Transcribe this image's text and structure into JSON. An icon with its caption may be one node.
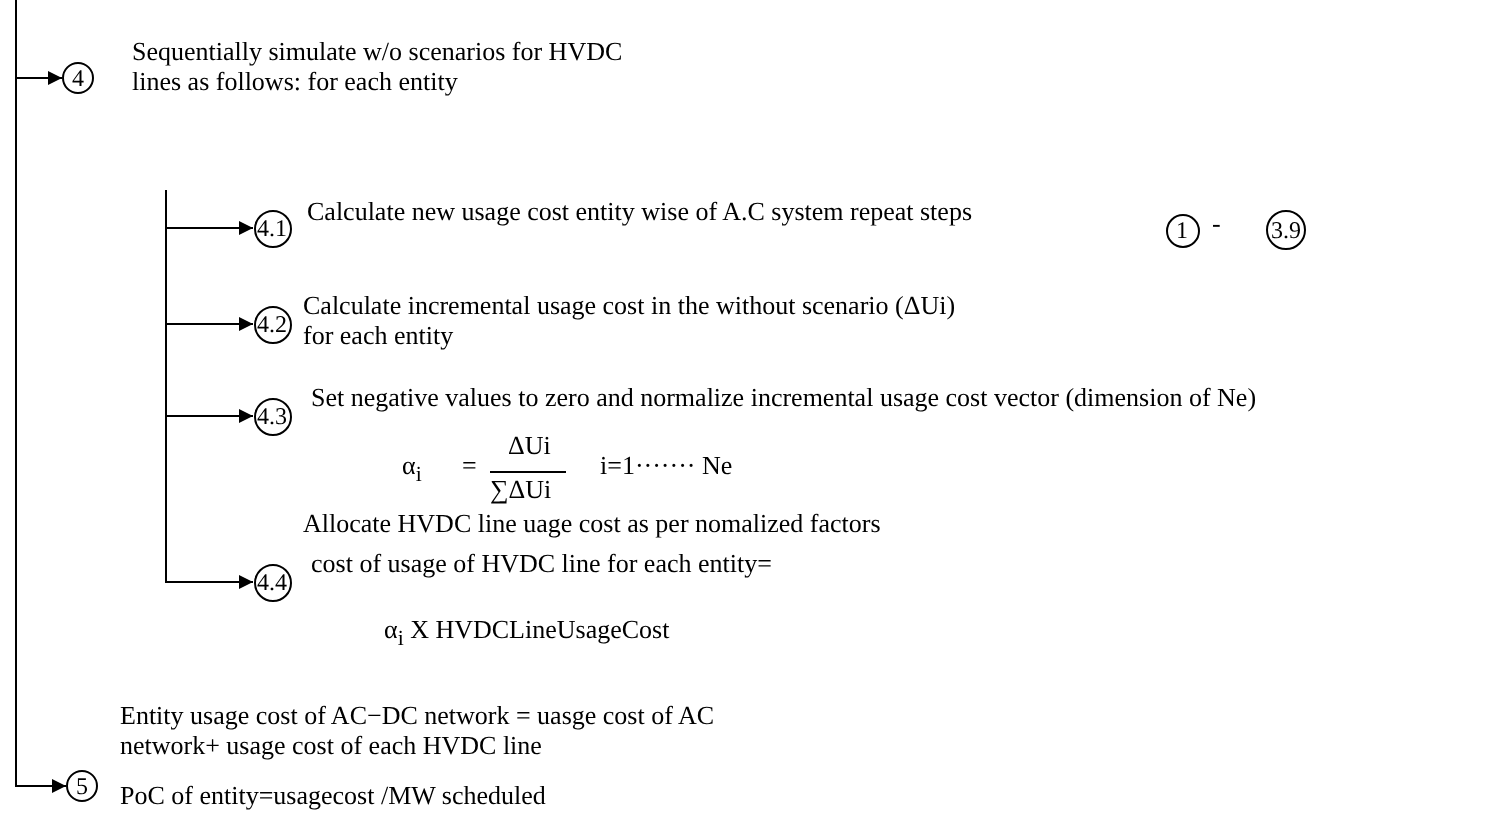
{
  "diagram": {
    "nodes": [
      {
        "text": [
          "4"
        ],
        "beside": [
          "Sequentially simulate w/o scenarios for HVDC lines as follows: for each entity"
        ]
      },
      {
        "text": [
          "4.1"
        ],
        "beside": [
          "Calculate new usage cost entity wise of A.C system repeat steps"
        ]
      },
      {
        "text": [
          "1"
        ]
      },
      {
        "text": [
          "3.9"
        ]
      },
      {
        "text": [
          "4.2"
        ],
        "beside": [
          "Calculate incremental usage cost in the without scenario (ΔUi) for each entity"
        ]
      },
      {
        "text": [
          "4.3"
        ],
        "beside": [
          "Set negative values to zero and normalize incremental usage cost vector (dimension of Ne)"
        ]
      },
      {
        "text": [
          "4.4"
        ],
        "beside": [
          "Allocate HVDC line uage cost as per nomalized factors",
          "cost of usage of HVDC line for each entity="
        ]
      },
      {
        "text": [
          "5"
        ],
        "beside": [
          "Entity usage cost of AC−DC network = uasge cost of AC network+ usage cost of each HVDC line",
          "PoC of entity=usagecost /MW scheduled"
        ]
      }
    ],
    "edges": [
      {
        "from": null,
        "to": 0,
        "arrow": "to"
      },
      {
        "from": null,
        "to": 7,
        "arrow": "to"
      },
      {
        "from": null,
        "to": 1,
        "arrow": "to"
      },
      {
        "from": null,
        "to": 4,
        "arrow": "to"
      },
      {
        "from": null,
        "to": 5,
        "arrow": "to"
      },
      {
        "from": null,
        "to": 6,
        "arrow": "to"
      }
    ],
    "labels": [
      "-",
      "α$_{i}$",
      "=",
      "ΔUi",
      "∑ΔUi",
      "i=1······· Ne",
      "α$_{i}$ X HVDCLineUsageCost"
    ]
  }
}
